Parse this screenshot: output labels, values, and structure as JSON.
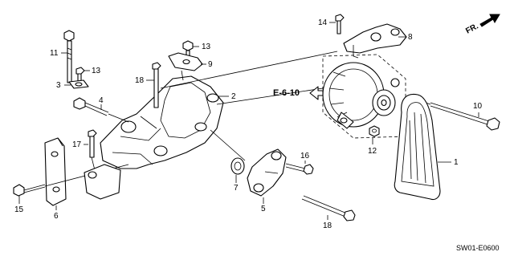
{
  "diagram": {
    "callouts": {
      "c1": "1",
      "c2": "2",
      "c3": "3",
      "c4": "4",
      "c5": "5",
      "c6": "6",
      "c7": "7",
      "c8": "8",
      "c9": "9",
      "c10": "10",
      "c11": "11",
      "c12": "12",
      "c13a": "13",
      "c13b": "13",
      "c14": "14",
      "c15": "15",
      "c16": "16",
      "c17": "17",
      "c18a": "18",
      "c18b": "18"
    },
    "reference_label": "E-6-10",
    "direction_label": "FR.",
    "diagram_code": "SW01-E0600"
  }
}
